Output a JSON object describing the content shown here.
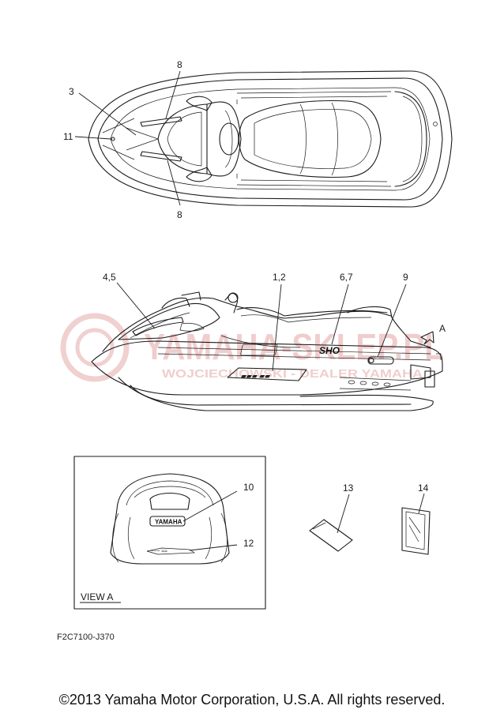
{
  "callouts": {
    "c3": "3",
    "c8a": "8",
    "c8b": "8",
    "c11": "11",
    "c45": "4,5",
    "c12": "1,2",
    "c67": "6,7",
    "c9": "9",
    "cA": "A",
    "c10": "10",
    "c12b": "12",
    "c13": "13",
    "c14": "14"
  },
  "view_label": "VIEW A",
  "figure_code": "F2C7100-J370",
  "watermark": {
    "main": "YAMAHA-SKLEP.PL",
    "sub": "WOJCIECHOWSKI - DEALER YAMAHA",
    "color": "#e07070"
  },
  "decal_text": {
    "sho": "SHO",
    "yamaha": "YAMAHA"
  },
  "footer": "©2013 Yamaha Motor Corporation, U.S.A. All rights reserved."
}
